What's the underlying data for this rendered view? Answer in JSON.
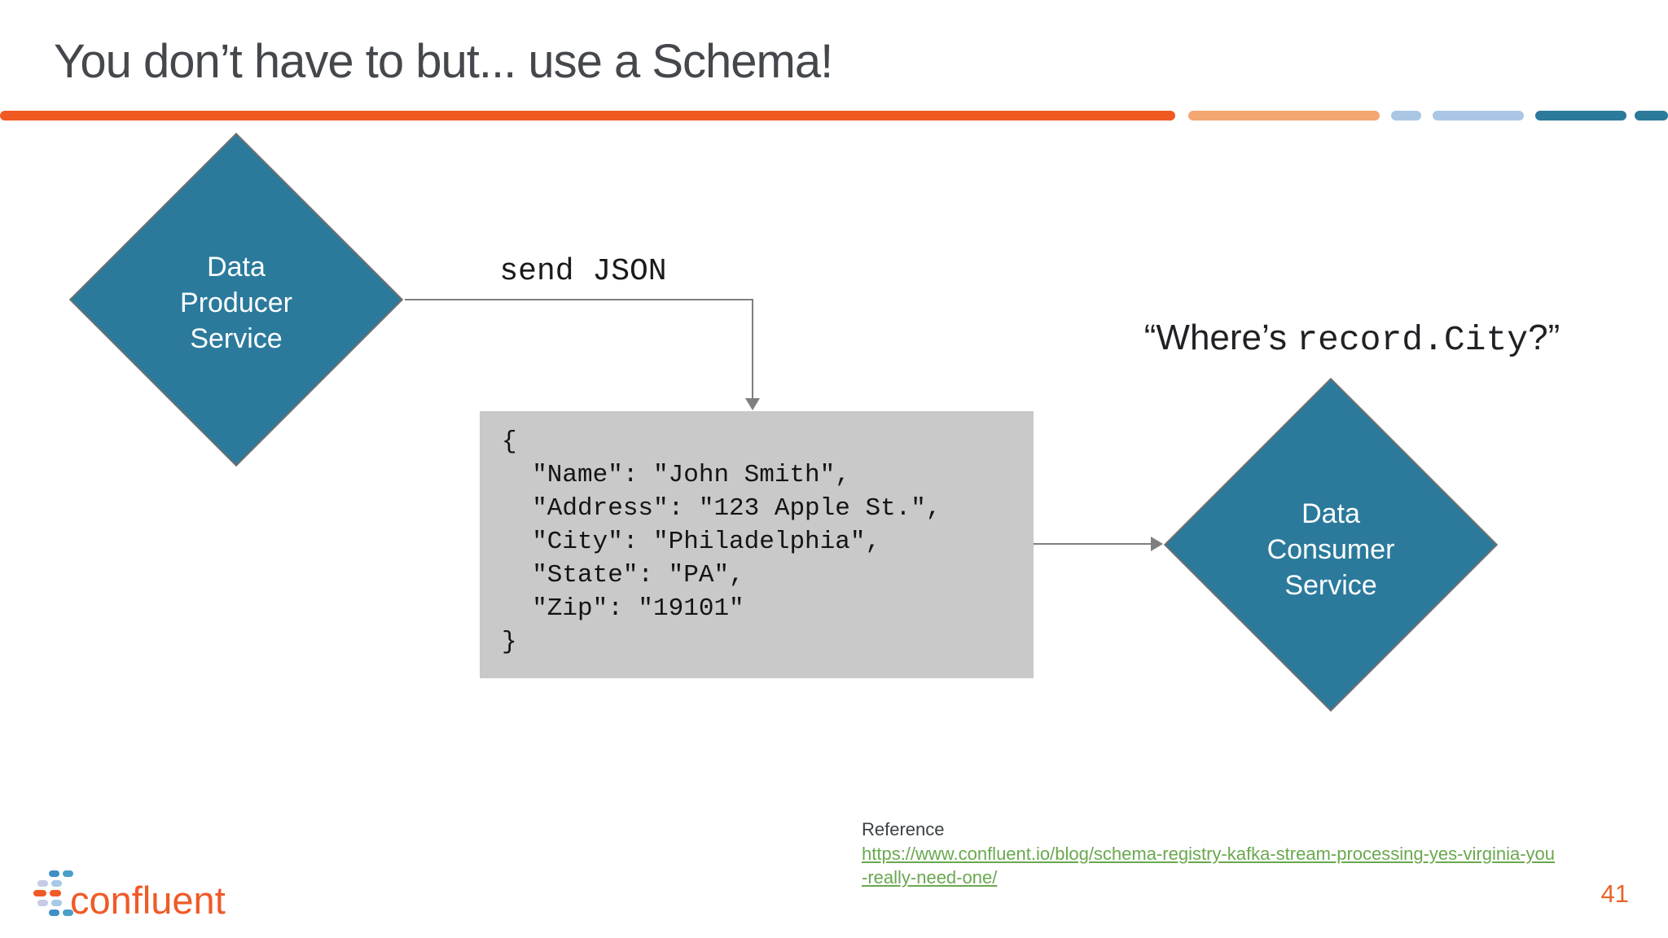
{
  "slide": {
    "title": "You don’t have to but... use a Schema!",
    "page_number": "41"
  },
  "diagram": {
    "producer": {
      "lines": [
        "Data",
        "Producer",
        "Service"
      ]
    },
    "consumer": {
      "lines": [
        "Data",
        "Consumer",
        "Service"
      ]
    },
    "send_label": "send JSON",
    "json_payload": "{\n  \"Name\": \"John Smith\",\n  \"Address\": \"123 Apple St.\",\n  \"City\": \"Philadelphia\",\n  \"State\": \"PA\",\n  \"Zip\": \"19101\"\n}",
    "quote": {
      "prefix": "“Where’s ",
      "code": "record.City",
      "suffix": "?”"
    }
  },
  "reference": {
    "label": "Reference",
    "link_line1": "https://www.confluent.io/blog/schema-registry-kafka-stream-processing-yes-virginia-you",
    "link_line2": "-really-need-one/"
  },
  "footer": {
    "logo_text": "confluent"
  },
  "colors": {
    "divider_orange": "#f05a22",
    "divider_light_orange": "#f4a673",
    "divider_light_blue": "#a9c7e4",
    "divider_teal": "#2b7a9b",
    "diamond_fill": "#2b7a9c",
    "json_box_bg": "#c9c9c9",
    "link_green": "#6aa84f",
    "page_number_orange": "#e8652b",
    "logo_orange": "#f05a28",
    "logo_blue": "#3e8fc5",
    "logo_steel": "#4ba0c9",
    "logo_lavender": "#c5cbe6",
    "logo_light_blue": "#a6c9e6"
  }
}
